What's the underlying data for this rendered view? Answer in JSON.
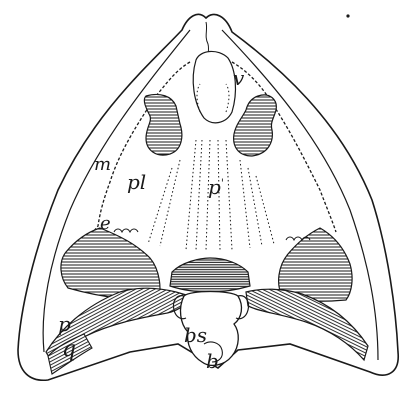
{
  "figure": {
    "labels": {
      "v": "v",
      "m": "m",
      "pl": "pl",
      "p_prime": "p",
      "p_prime_mark": "'",
      "e": "e",
      "p": "p",
      "q": "q",
      "bs": "bs",
      "b": "b"
    },
    "colors": {
      "ink": "#1a1a1a",
      "paper": "#ffffff"
    }
  }
}
